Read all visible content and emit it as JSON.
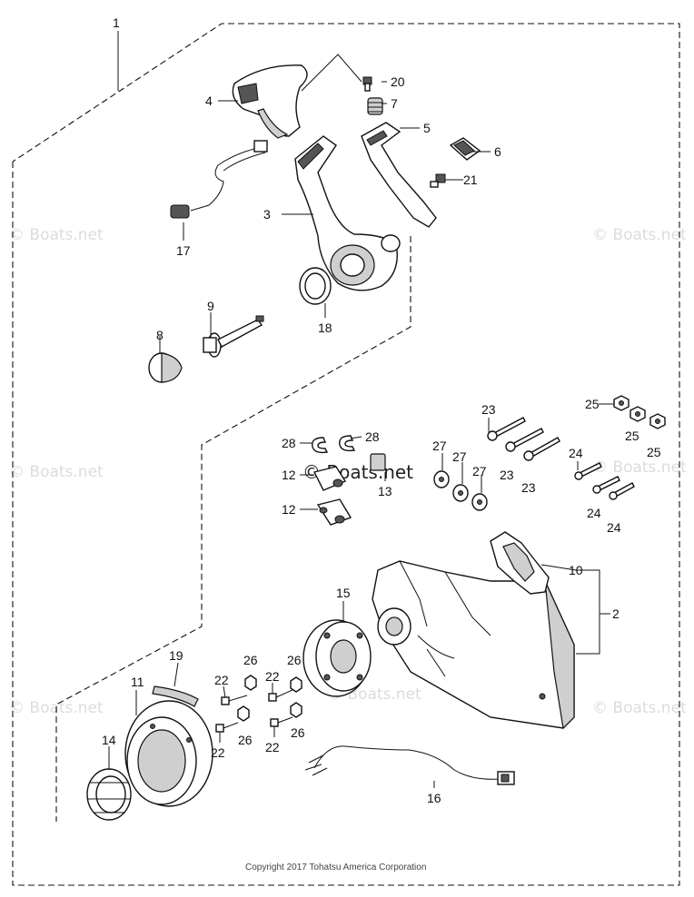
{
  "diagram": {
    "callouts": {
      "c1": "1",
      "c2": "2",
      "c3": "3",
      "c4": "4",
      "c5": "5",
      "c6": "6",
      "c7": "7",
      "c8": "8",
      "c9": "9",
      "c10": "10",
      "c11": "11",
      "c12a": "12",
      "c12b": "12",
      "c13": "13",
      "c14": "14",
      "c15": "15",
      "c16": "16",
      "c17": "17",
      "c18": "18",
      "c19": "19",
      "c20": "20",
      "c21": "21",
      "c22a": "22",
      "c22b": "22",
      "c22c": "22",
      "c22d": "22",
      "c23a": "23",
      "c23b": "23",
      "c23c": "23",
      "c24a": "24",
      "c24b": "24",
      "c24c": "24",
      "c25a": "25",
      "c25b": "25",
      "c25c": "25",
      "c26a": "26",
      "c26b": "26",
      "c26c": "26",
      "c26d": "26",
      "c27a": "27",
      "c27b": "27",
      "c27c": "27",
      "c28a": "28",
      "c28b": "28"
    },
    "watermark": "© Boats.net",
    "copyright": "Copyright 2017 Tohatsu America Corporation"
  }
}
